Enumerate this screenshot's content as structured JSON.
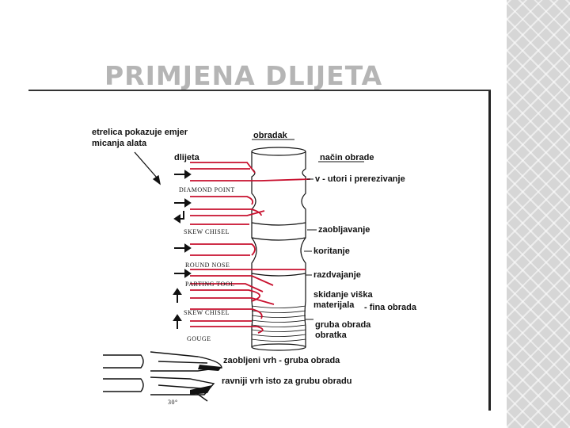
{
  "slide": {
    "title": "PRIMJENA DLIJETA"
  },
  "figure": {
    "arrow_note_line1": "etrelica pokazuje emjer",
    "arrow_note_line2": "micanja alata",
    "workpiece_label": "obradak",
    "tools_label": "dlijeta",
    "method_label": "način obrade",
    "tool_names": [
      "DIAMOND POINT",
      "SKEW CHISEL",
      "ROUND NOSE",
      "PARTING TOOL",
      "SKEW CHISEL",
      "GOUGE"
    ],
    "operations": {
      "v_grooves": "v - utori i prerezivanje",
      "rounding": "zaobljavanje",
      "hollowing": "koritanje",
      "parting": "razdvajanje",
      "removal_line1": "skidanje viška",
      "removal_line2": "materijala",
      "fine": "- fina obrada",
      "rough_line1": "gruba obrada",
      "rough_line2": "obratka"
    },
    "gouge_rounded": "zaobljeni vrh - gruba obrada",
    "gouge_flat": "ravniji vrh    isto za grubu obradu",
    "angle_label": "30°"
  },
  "colors": {
    "accent_line": "#c8102e",
    "ink": "#111111",
    "title": "#b5b5b5"
  }
}
